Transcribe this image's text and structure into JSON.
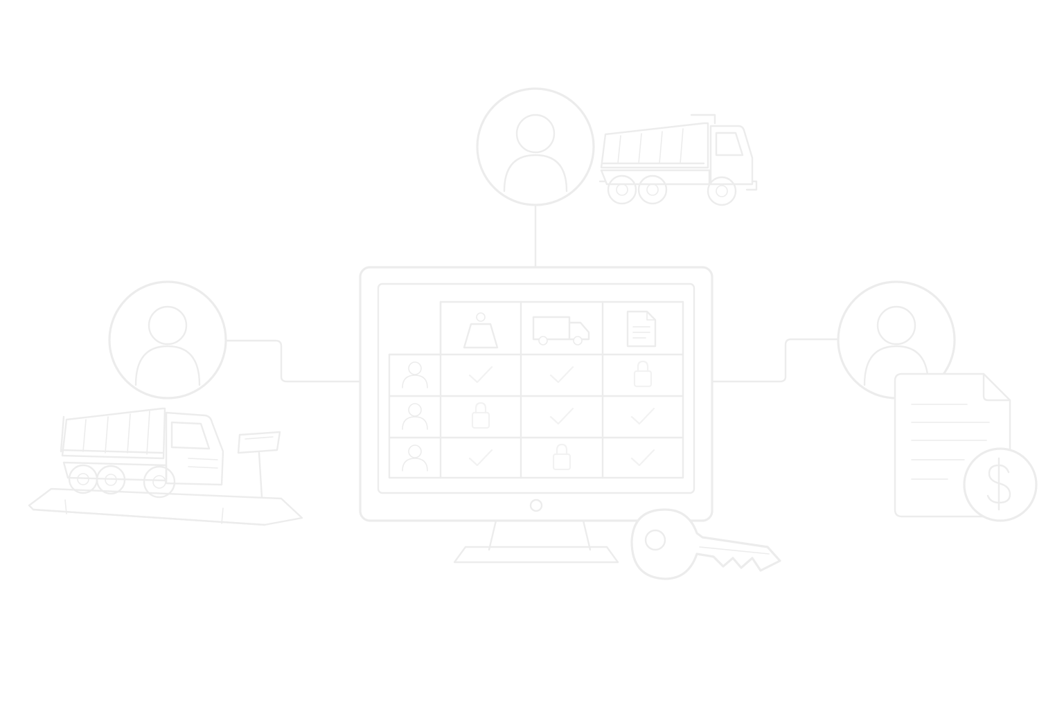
{
  "colors": {
    "background": "#ffffff",
    "line": "#ececec",
    "line_soft": "#f2f2f2"
  },
  "icons": [
    "user-icon",
    "dump-truck-icon",
    "truck-scale-icon",
    "document-icon",
    "dollar-icon",
    "key-icon",
    "monitor-icon",
    "weight-icon",
    "delivery-truck-icon",
    "lock-icon",
    "checkmark-icon"
  ],
  "permissions_matrix": {
    "columns": [
      "weight-icon",
      "delivery-truck-icon",
      "document-icon"
    ],
    "rows": [
      {
        "user": "user-icon",
        "cells": [
          "check",
          "check",
          "lock"
        ]
      },
      {
        "user": "user-icon",
        "cells": [
          "lock",
          "check",
          "check"
        ]
      },
      {
        "user": "user-icon",
        "cells": [
          "check",
          "lock",
          "check"
        ]
      }
    ]
  }
}
